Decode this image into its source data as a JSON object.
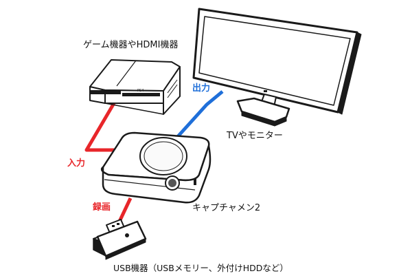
{
  "labels": {
    "game_device": "ゲーム機器やHDMI機器",
    "tv_monitor": "TVやモニター",
    "capture_device": "キャプチャメン2",
    "usb_device": "USB機器（USBメモリー、外付けHDDなど）",
    "input": "入力",
    "output": "出力",
    "record": "録画"
  },
  "console_badge": "PS4",
  "colors": {
    "input_line": "#e8262a",
    "output_line": "#1f6fd9",
    "record_line": "#e8262a",
    "outline": "#1a1a1a",
    "text": "#111111"
  }
}
